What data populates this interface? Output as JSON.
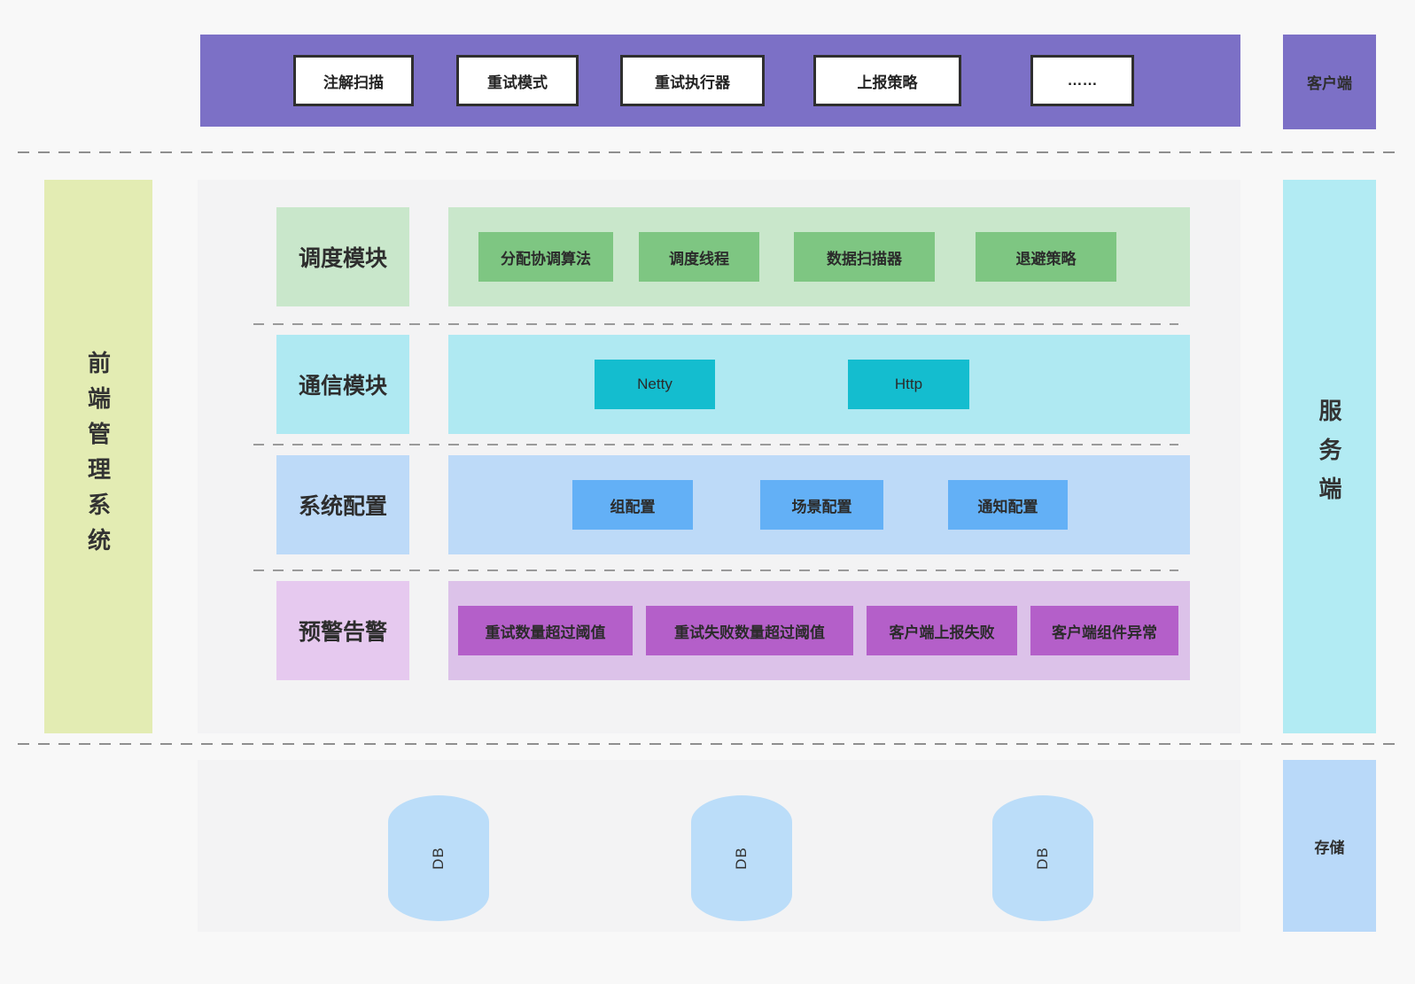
{
  "client_layer": {
    "items": [
      "注解扫描",
      "重试模式",
      "重试执行器",
      "上报策略",
      "……"
    ],
    "label": "客户端"
  },
  "frontend_bar": {
    "label": "前端管理系统"
  },
  "server_bar": {
    "label": "服务端"
  },
  "modules": [
    {
      "name": "调度模块",
      "items": [
        "分配协调算法",
        "调度线程",
        "数据扫描器",
        "退避策略"
      ]
    },
    {
      "name": "通信模块",
      "items": [
        "Netty",
        "Http"
      ]
    },
    {
      "name": "系统配置",
      "items": [
        "组配置",
        "场景配置",
        "通知配置"
      ]
    },
    {
      "name": "预警告警",
      "items": [
        "重试数量超过阈值",
        "重试失败数量超过阈值",
        "客户端上报失败",
        "客户端组件异常"
      ]
    }
  ],
  "storage_layer": {
    "databases": [
      "DB",
      "DB",
      "DB"
    ],
    "label": "存储"
  },
  "colors": {
    "client_bar": "#7c70c6",
    "frontend_bar": "#e3ecb3",
    "server_bar": "#b2ebf3",
    "panel": "#f3f3f4",
    "scheduler_row": "#c9e7cb",
    "scheduler_item": "#7ec682",
    "communication_row": "#afe9f2",
    "communication_item": "#14bdcf",
    "config_row": "#bddaf8",
    "config_item": "#63b0f6",
    "alert_label": "#e6c9ef",
    "alert_row": "#dcc2e9",
    "alert_item": "#b45fc9",
    "database": "#bbddf9",
    "storage_box": "#b9d9f9"
  }
}
